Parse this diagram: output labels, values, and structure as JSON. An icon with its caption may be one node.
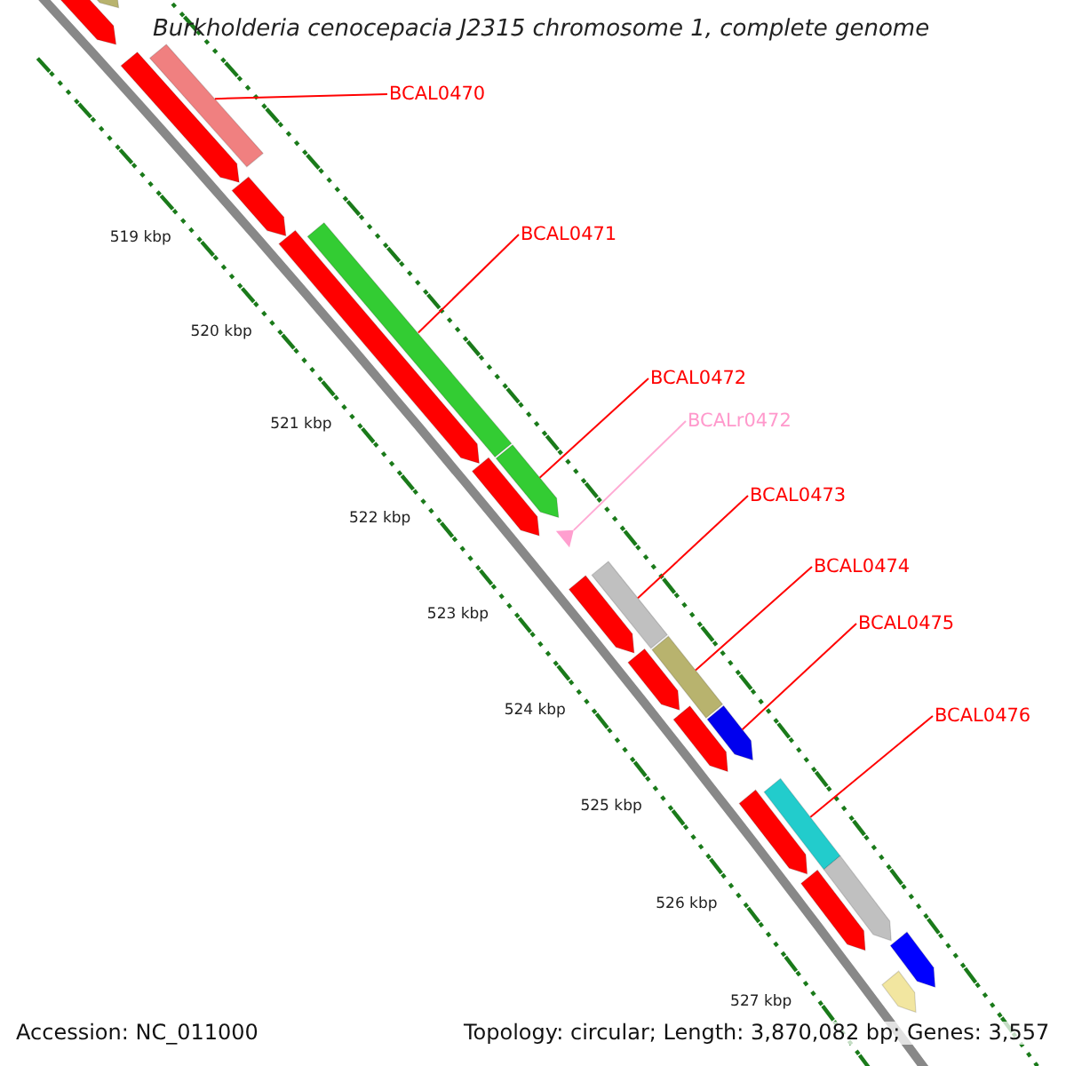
{
  "diagram": {
    "title": "Burkholderia cenocepacia J2315 chromosome 1, complete genome",
    "nodes": [
      {
        "text": [
          "BCAL0470"
        ]
      },
      {
        "text": [],
        "shape": "bar"
      },
      {
        "text": [
          "BCAL0471"
        ]
      },
      {
        "text": [],
        "shape": "bar"
      },
      {
        "text": [
          "BCAL0472"
        ]
      },
      {
        "text": [],
        "shape": "bar"
      },
      {
        "text": [
          "BCALr0472"
        ]
      },
      {
        "text": [],
        "shape": "triangle"
      },
      {
        "text": [
          "BCAL0473"
        ]
      },
      {
        "text": [],
        "shape": "bar"
      },
      {
        "text": [
          "BCAL0474"
        ]
      },
      {
        "text": [],
        "shape": "bar"
      },
      {
        "text": [
          "BCAL0475"
        ]
      },
      {
        "text": [],
        "shape": "bar"
      },
      {
        "text": [
          "BCAL0476"
        ]
      },
      {
        "text": [],
        "shape": "bar"
      },
      {
        "text": [],
        "shape": "bar"
      },
      {
        "text": [],
        "shape": "bar"
      },
      {
        "text": [],
        "shape": "bar"
      },
      {
        "text": [],
        "shape": "bar"
      },
      {
        "text": [],
        "shape": "bar"
      },
      {
        "text": [],
        "shape": "bar"
      },
      {
        "text": [],
        "shape": "bar"
      },
      {
        "text": [],
        "shape": "bar"
      },
      {
        "text": [],
        "shape": "bar"
      },
      {
        "text": [],
        "shape": "bar"
      },
      {
        "text": [],
        "shape": "bar"
      },
      {
        "text": [],
        "shape": "bar"
      },
      {
        "text": [],
        "shape": "bar"
      },
      {
        "text": [],
        "shape": "bar"
      }
    ],
    "edges": [
      {
        "from": 0,
        "to": 1,
        "arrow": "none"
      },
      {
        "from": 2,
        "to": 3,
        "arrow": "none"
      },
      {
        "from": 4,
        "to": 5,
        "arrow": "none"
      },
      {
        "from": 6,
        "to": 7,
        "arrow": "none",
        "color": "#ffaad4"
      },
      {
        "from": 8,
        "to": 9,
        "arrow": "none"
      },
      {
        "from": 10,
        "to": 11,
        "arrow": "none"
      },
      {
        "from": 12,
        "to": 13,
        "arrow": "none"
      },
      {
        "from": 14,
        "to": 15,
        "arrow": "none"
      }
    ],
    "labels": [
      "519 kbp",
      "520 kbp",
      "521 kbp",
      "522 kbp",
      "523 kbp",
      "524 kbp",
      "525 kbp",
      "526 kbp",
      "527 kbp",
      "Accession: NC_011000",
      "Topology: circular; Length: 3,870,082 bp; Genes: 3,557"
    ]
  }
}
